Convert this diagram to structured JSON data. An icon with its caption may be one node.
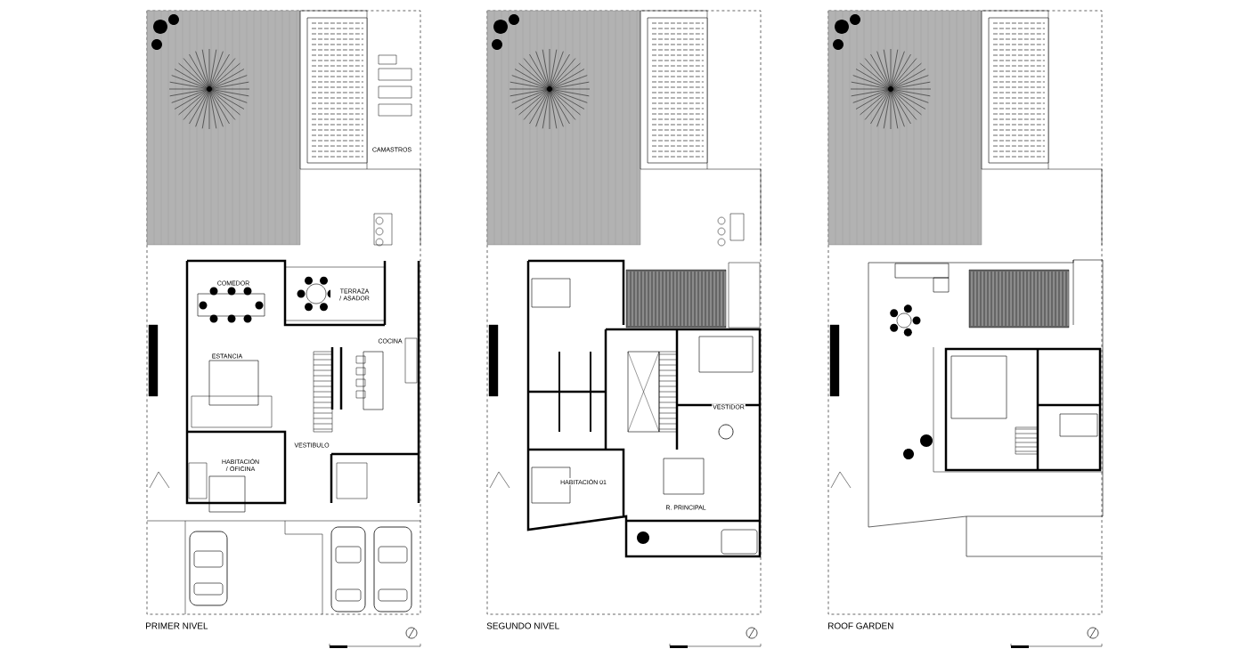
{
  "diagram": {
    "labels": [
      "CAMASTROS",
      "COMEDOR",
      "TERRAZA / ASADOR",
      "COCINA",
      "ESTANCIA",
      "VESTIBULO",
      "HABITACIÓN / OFICINA",
      "PRIMER NIVEL",
      "VESTIDOR",
      "HABITACIÓN 01",
      "R. PRINCIPAL",
      "SEGUNDO NIVEL",
      "ROOF GARDEN"
    ]
  }
}
